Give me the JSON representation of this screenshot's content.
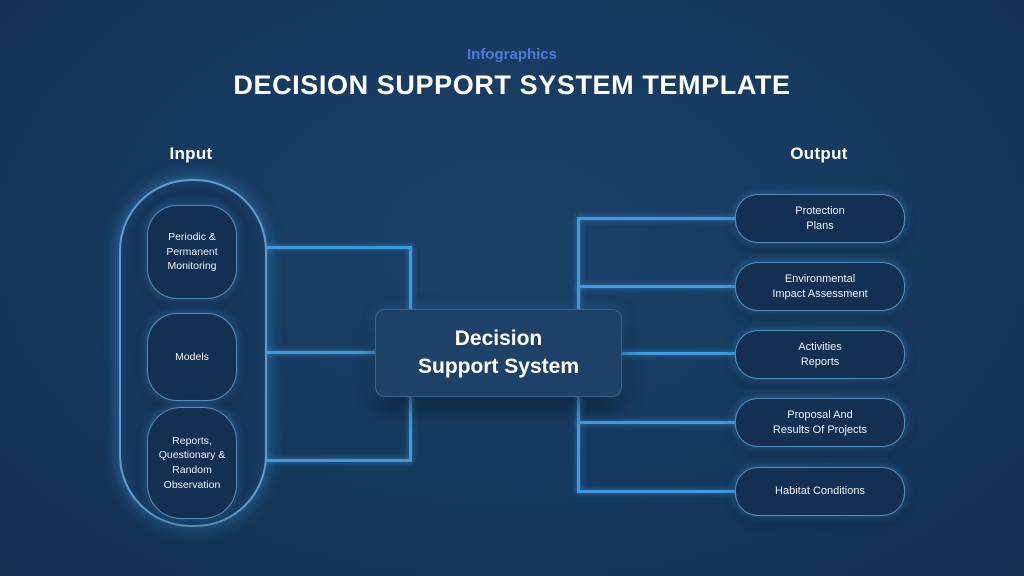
{
  "header": {
    "eyebrow": "Infographics",
    "title": "DECISION SUPPORT SYSTEM TEMPLATE"
  },
  "labels": {
    "input": "Input",
    "output": "Output"
  },
  "center": {
    "title": "Decision\nSupport System"
  },
  "inputs": [
    {
      "label": "Periodic &\nPermanent\nMonitoring"
    },
    {
      "label": "Models"
    },
    {
      "label": "Reports,\nQuestionary &\nRandom\nObservation"
    }
  ],
  "outputs": [
    {
      "label": "Protection\nPlans"
    },
    {
      "label": "Environmental\nImpact Assessment"
    },
    {
      "label": "Activities\nReports"
    },
    {
      "label": "Proposal And\nResults Of Projects"
    },
    {
      "label": "Habitat Conditions"
    }
  ],
  "colors": {
    "background": "#16395E",
    "connector_line": "#3F9ADE",
    "eyebrow_text": "#4B7CD9",
    "node_fill": "#132F52",
    "center_box_fill": "#1E4168",
    "text": "#FFFFFF"
  }
}
